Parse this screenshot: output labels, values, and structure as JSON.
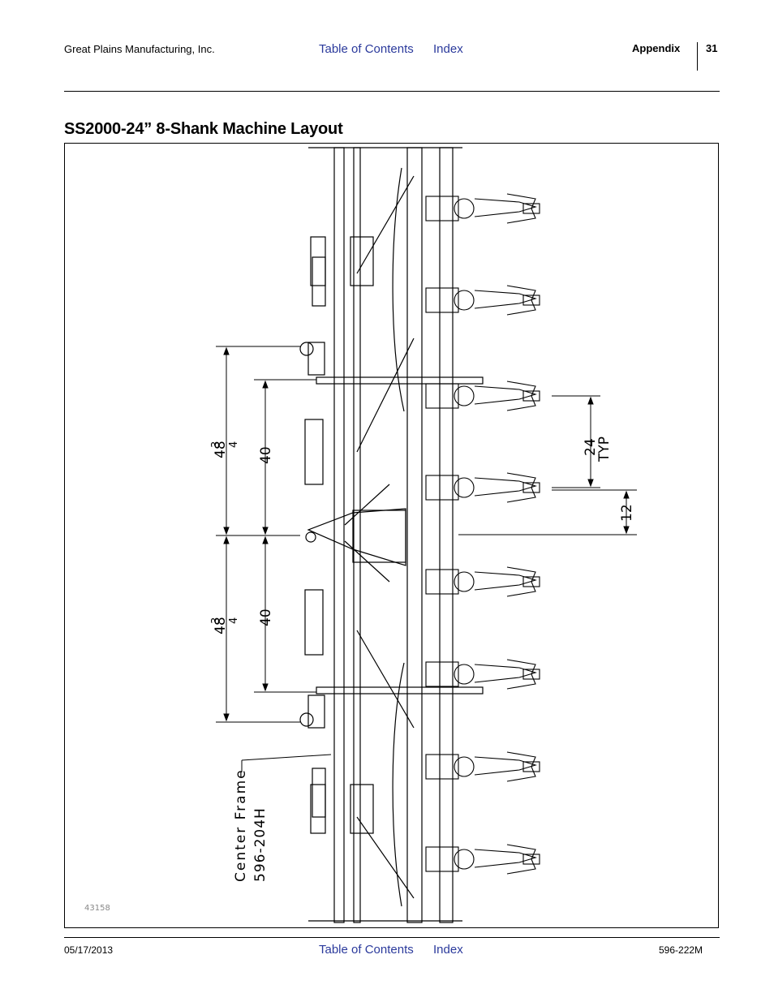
{
  "header": {
    "company": "Great Plains Manufacturing, Inc.",
    "toc_link": "Table of Contents",
    "index_link": "Index",
    "section": "Appendix",
    "page_number": "31"
  },
  "title": "SS2000-24” 8-Shank Machine Layout",
  "figure": {
    "figure_id": "43158",
    "dim_483": "48",
    "dim_frac_num": "3",
    "dim_frac_den": "4",
    "dim_40": "40",
    "dim_24": "24",
    "dim_typ": "TYP",
    "dim_12": "12",
    "label_center_frame": "Center Frame",
    "label_part": "596-204H"
  },
  "footer": {
    "date": "05/17/2013",
    "toc_link": "Table of Contents",
    "index_link": "Index",
    "doc_number": "596-222M"
  }
}
